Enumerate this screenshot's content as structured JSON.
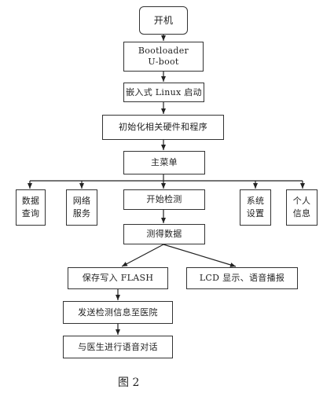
{
  "nodes": {
    "start": "开机",
    "bootloader_line1": "Bootloader",
    "bootloader_line2": "U-boot",
    "linux": "嵌入式 Linux 启动",
    "init": "初始化相关硬件和程序",
    "main_menu": "主菜单",
    "data_query_line1": "数据",
    "data_query_line2": "查询",
    "network_line1": "网络",
    "network_line2": "服务",
    "start_detect": "开始检测",
    "settings_line1": "系统",
    "settings_line2": "设置",
    "personal_line1": "个人",
    "personal_line2": "信息",
    "measured": "测得数据",
    "save_flash": "保存写入 FLASH",
    "lcd": "LCD 显示、语音播报",
    "send_hospital": "发送检测信息至医院",
    "voice_talk": "与医生进行语音对话"
  },
  "caption": "图 2"
}
